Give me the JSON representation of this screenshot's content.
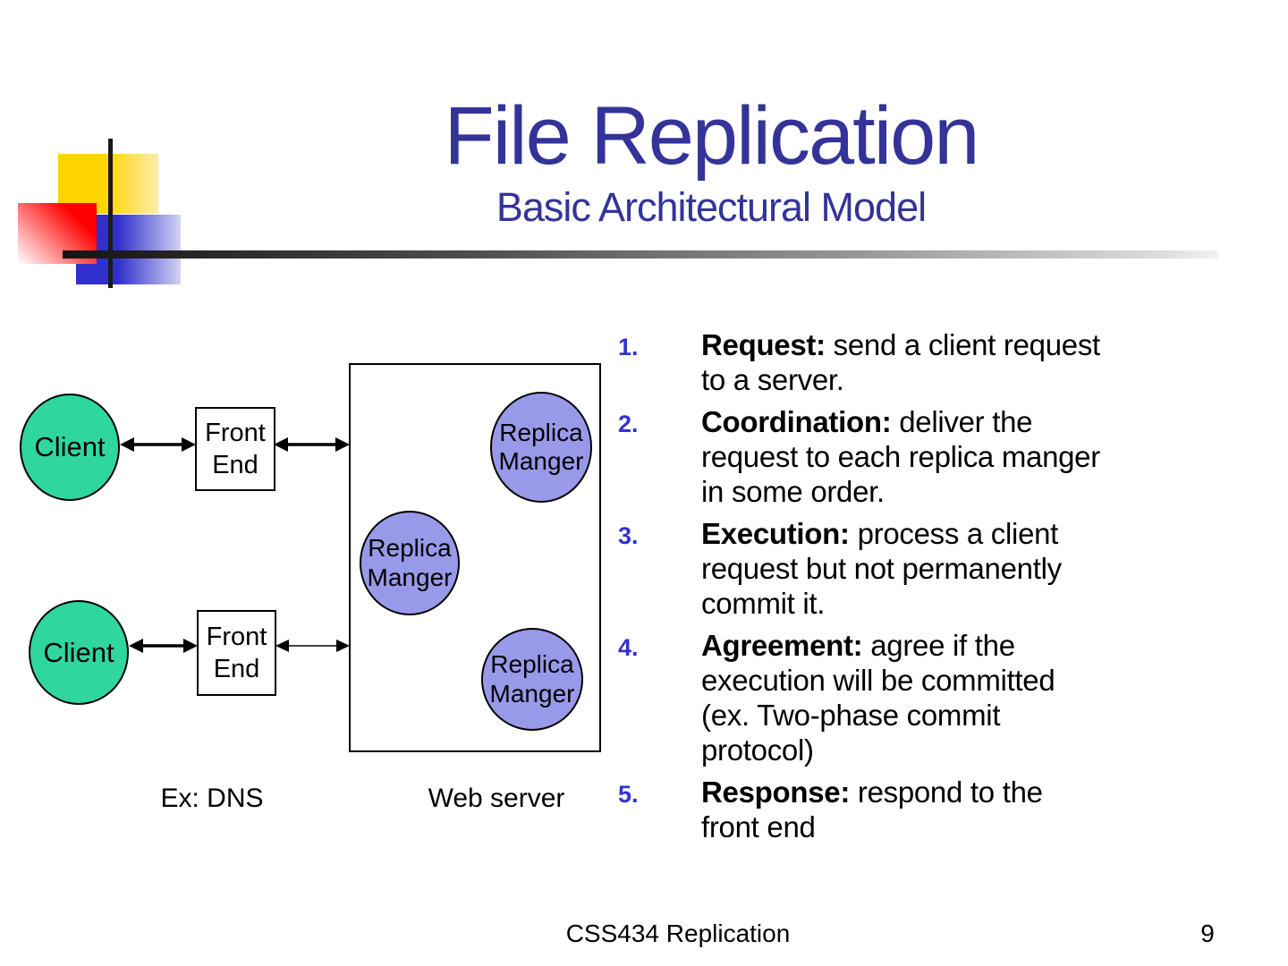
{
  "slide": {
    "title": "File Replication",
    "subtitle": "Basic Architectural Model",
    "footer": {
      "course": "CSS434 Replication",
      "page": "9"
    }
  },
  "diagram": {
    "client_top": "Client",
    "client_bottom": "Client",
    "front_end_top": "Front\nEnd",
    "front_end_bottom": "Front\nEnd",
    "replica_manager_1": "Replica\nManger",
    "replica_manager_2": "Replica\nManger",
    "replica_manager_3": "Replica\nManger",
    "label_front_end_example": "Ex: DNS",
    "label_server_example": "Web server"
  },
  "steps": [
    {
      "num": "1.",
      "label": "Request:",
      "rest": " send a client request\nto a server."
    },
    {
      "num": "2.",
      "label": "Coordination:",
      "rest": " deliver the\nrequest to each replica manger\nin some order."
    },
    {
      "num": "3.",
      "label": "Execution:",
      "rest": " process a client\nrequest but not permanently\ncommit it."
    },
    {
      "num": "4.",
      "label": "Agreement:",
      "rest": " agree if the\nexecution will be committed\n(ex. Two-phase commit\nprotocol)"
    },
    {
      "num": "5.",
      "label": "Response:",
      "rest": " respond to the\nfront end"
    }
  ],
  "colors": {
    "title_color": "#333399",
    "number_color": "#3333CC",
    "client_fill": "#2FD6A0",
    "replica_fill": "#9999EA",
    "logo_yellow": "#FFD400",
    "logo_red": "#FF0000",
    "logo_blue": "#3030CC"
  }
}
